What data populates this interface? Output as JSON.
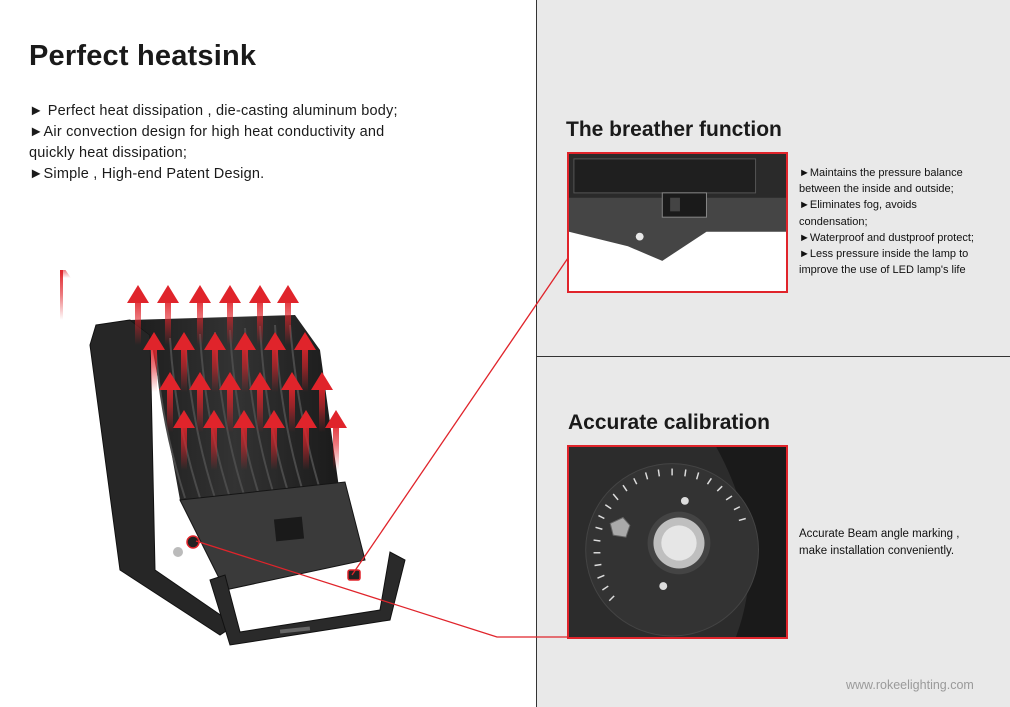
{
  "heading": "Perfect heatsink",
  "intro_bullets": [
    "►  Perfect heat dissipation , die-casting aluminum body;",
    "►Air convection design for high heat conductivity and",
    "quickly heat dissipation;",
    "►Simple , High-end Patent Design."
  ],
  "breather": {
    "title": "The breather function",
    "lines": [
      "►Maintains the pressure balance",
      "between the inside and outside;",
      "►Eliminates fog, avoids",
      "condensation;",
      "►Waterproof and dustproof protect;",
      "►Less pressure inside the lamp to",
      "improve the use of LED lamp's life"
    ]
  },
  "calibration": {
    "title": "Accurate calibration",
    "lines": [
      "Accurate Beam angle marking ,",
      "make installation conveniently."
    ]
  },
  "website": "www.rokeelighting.com",
  "colors": {
    "accent_red": "#e0242b",
    "panel_gray": "#e9e9e9",
    "heat_arrow": "#e0242b",
    "fixture": "#2b2b2b"
  },
  "icons": {
    "heat_arrows": "up-arrow-icon",
    "bullet": "triangle-bullet-icon"
  }
}
